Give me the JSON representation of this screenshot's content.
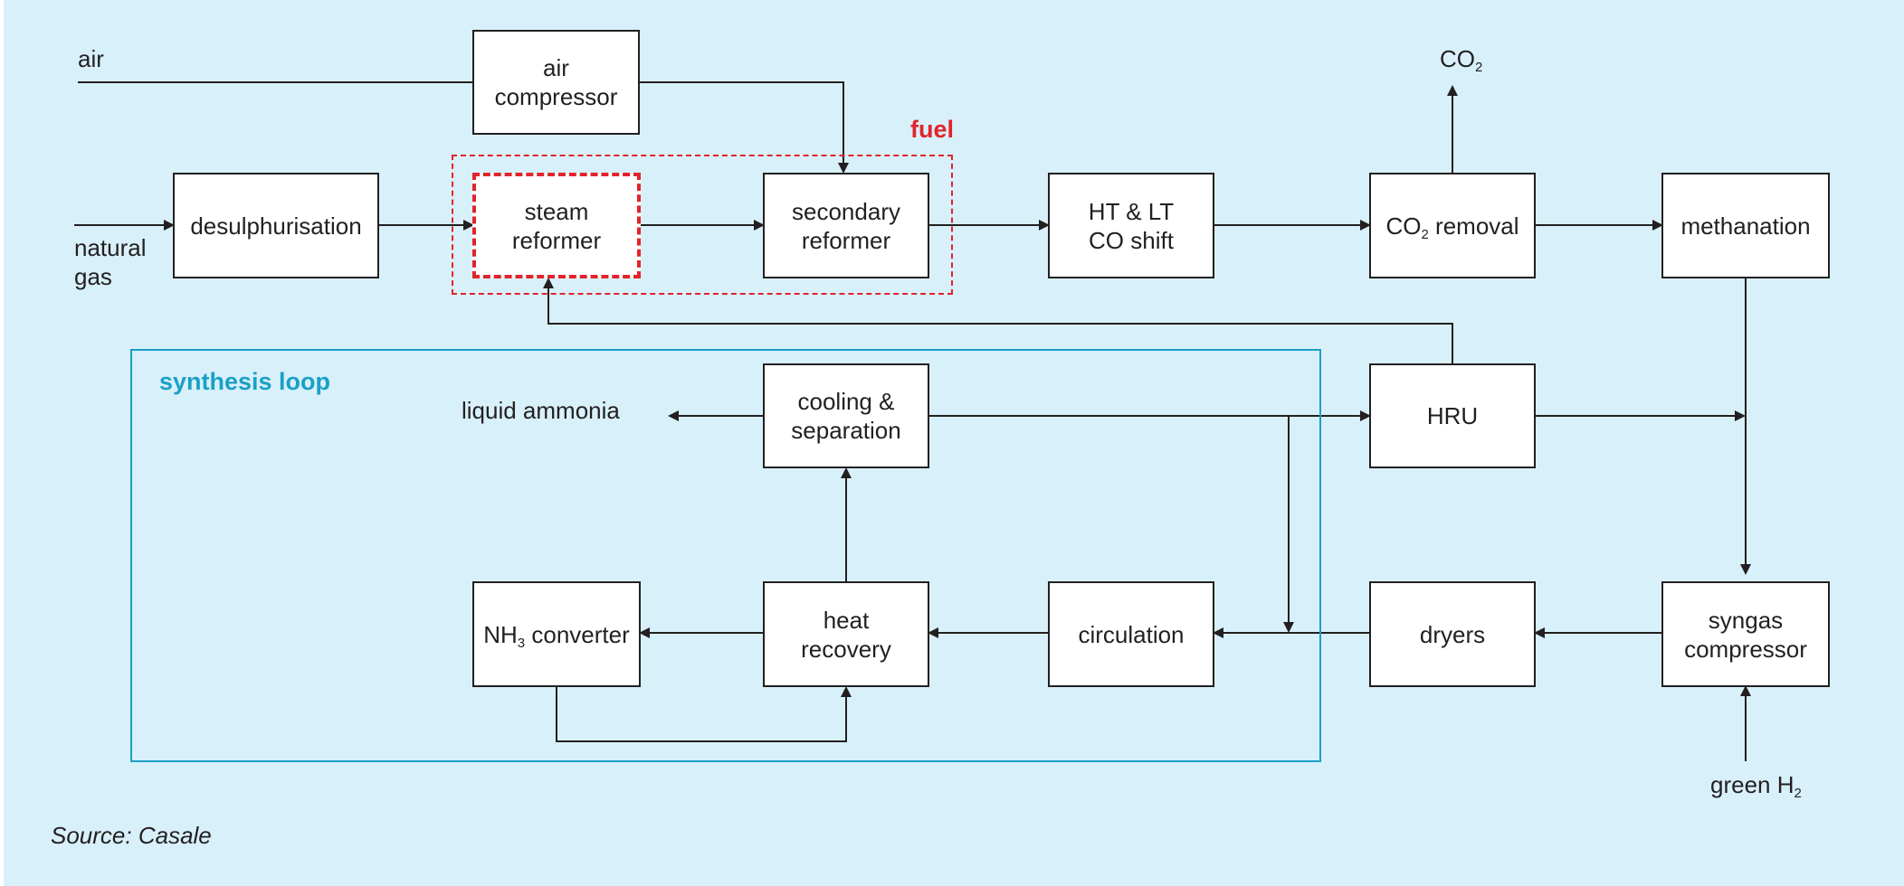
{
  "labels": {
    "air": "air",
    "natural_gas_1": "natural",
    "natural_gas_2": "gas",
    "co2_top_main": "CO",
    "co2_top_sub": "2",
    "fuel": "fuel",
    "synthesis_loop": "synthesis loop",
    "liquid_ammonia": "liquid ammonia",
    "green_h2_main": "green H",
    "green_h2_sub": "2",
    "source": "Source: Casale"
  },
  "boxes": {
    "air_compressor": [
      "air",
      "compressor"
    ],
    "desulphurisation": "desulphurisation",
    "steam_reformer": [
      "steam",
      "reformer"
    ],
    "secondary_reformer": [
      "secondary",
      "reformer"
    ],
    "ht_lt_co_shift": [
      "HT & LT",
      "CO shift"
    ],
    "co2_removal": {
      "main": "CO",
      "sub": "2",
      "rest": " removal"
    },
    "methanation": "methanation",
    "cooling_separation": [
      "cooling &",
      "separation"
    ],
    "hru": "HRU",
    "nh3_converter": {
      "main": "NH",
      "sub": "3",
      "rest": " converter"
    },
    "heat_recovery": [
      "heat",
      "recovery"
    ],
    "circulation": "circulation",
    "dryers": "dryers",
    "syngas_compressor": [
      "syngas",
      "compressor"
    ]
  },
  "colors": {
    "background": "#d8f0fa",
    "fuel_region": "#e1242b",
    "synthesis_loop_region": "#1aa0c6",
    "lines": "#231f20",
    "box_fill": "#ffffff"
  }
}
